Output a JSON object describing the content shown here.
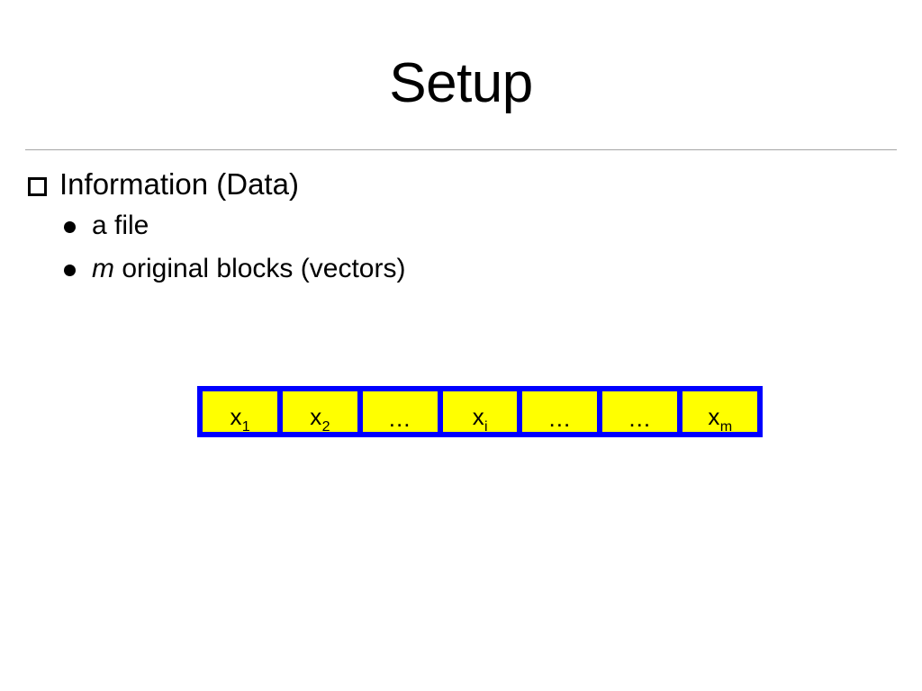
{
  "slide": {
    "title": "Setup",
    "bullets": [
      {
        "level": 1,
        "marker": "hollow-square",
        "text": "Information (Data)"
      },
      {
        "level": 2,
        "marker": "round-dot",
        "text": "a file"
      },
      {
        "level": 2,
        "marker": "round-dot",
        "text_italic": "m",
        "text_rest": " original blocks (vectors)"
      }
    ],
    "diagram": {
      "name": "original-blocks-row",
      "border_color": "#0000FF",
      "fill_color": "#FFFF00",
      "cells": [
        {
          "base": "x",
          "sub": "1",
          "is_ellipsis": false,
          "label": "x1"
        },
        {
          "base": "x",
          "sub": "2",
          "is_ellipsis": false,
          "label": "x2"
        },
        {
          "base": "",
          "sub": "",
          "is_ellipsis": true,
          "label": "…"
        },
        {
          "base": "x",
          "sub": "i",
          "is_ellipsis": false,
          "label": "xi"
        },
        {
          "base": "",
          "sub": "",
          "is_ellipsis": true,
          "label": "…"
        },
        {
          "base": "",
          "sub": "",
          "is_ellipsis": true,
          "label": "…"
        },
        {
          "base": "x",
          "sub": "m",
          "is_ellipsis": false,
          "label": "xm"
        }
      ]
    },
    "rule_color": "#A6A6A6"
  }
}
